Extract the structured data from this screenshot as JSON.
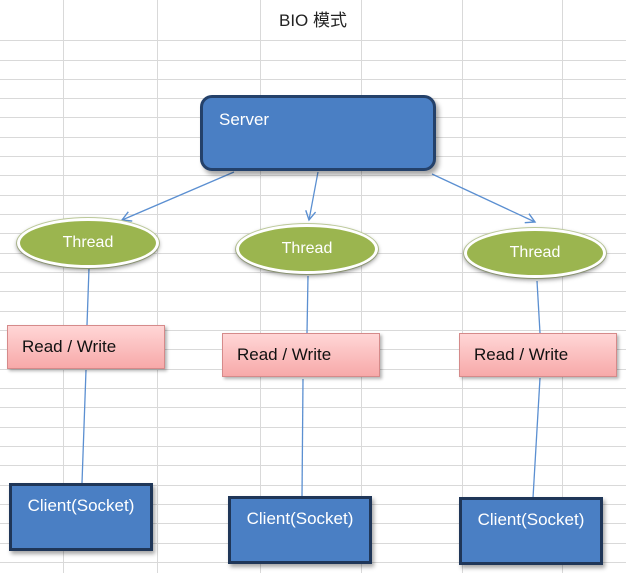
{
  "title": "BIO  模式",
  "server": {
    "label": "Server"
  },
  "columns": [
    {
      "thread": "Thread",
      "read_write": "Read / Write",
      "client": "Client(Socket)"
    },
    {
      "thread": "Thread",
      "read_write": "Read / Write",
      "client": "Client(Socket)"
    },
    {
      "thread": "Thread",
      "read_write": "Read / Write",
      "client": "Client(Socket)"
    }
  ],
  "colors": {
    "server_fill": "#4a7fc4",
    "thread_fill": "#9bb54f",
    "read_write_fill": "#f7b4b4",
    "client_fill": "#4a7fc4",
    "connector": "#5b8fd1"
  }
}
